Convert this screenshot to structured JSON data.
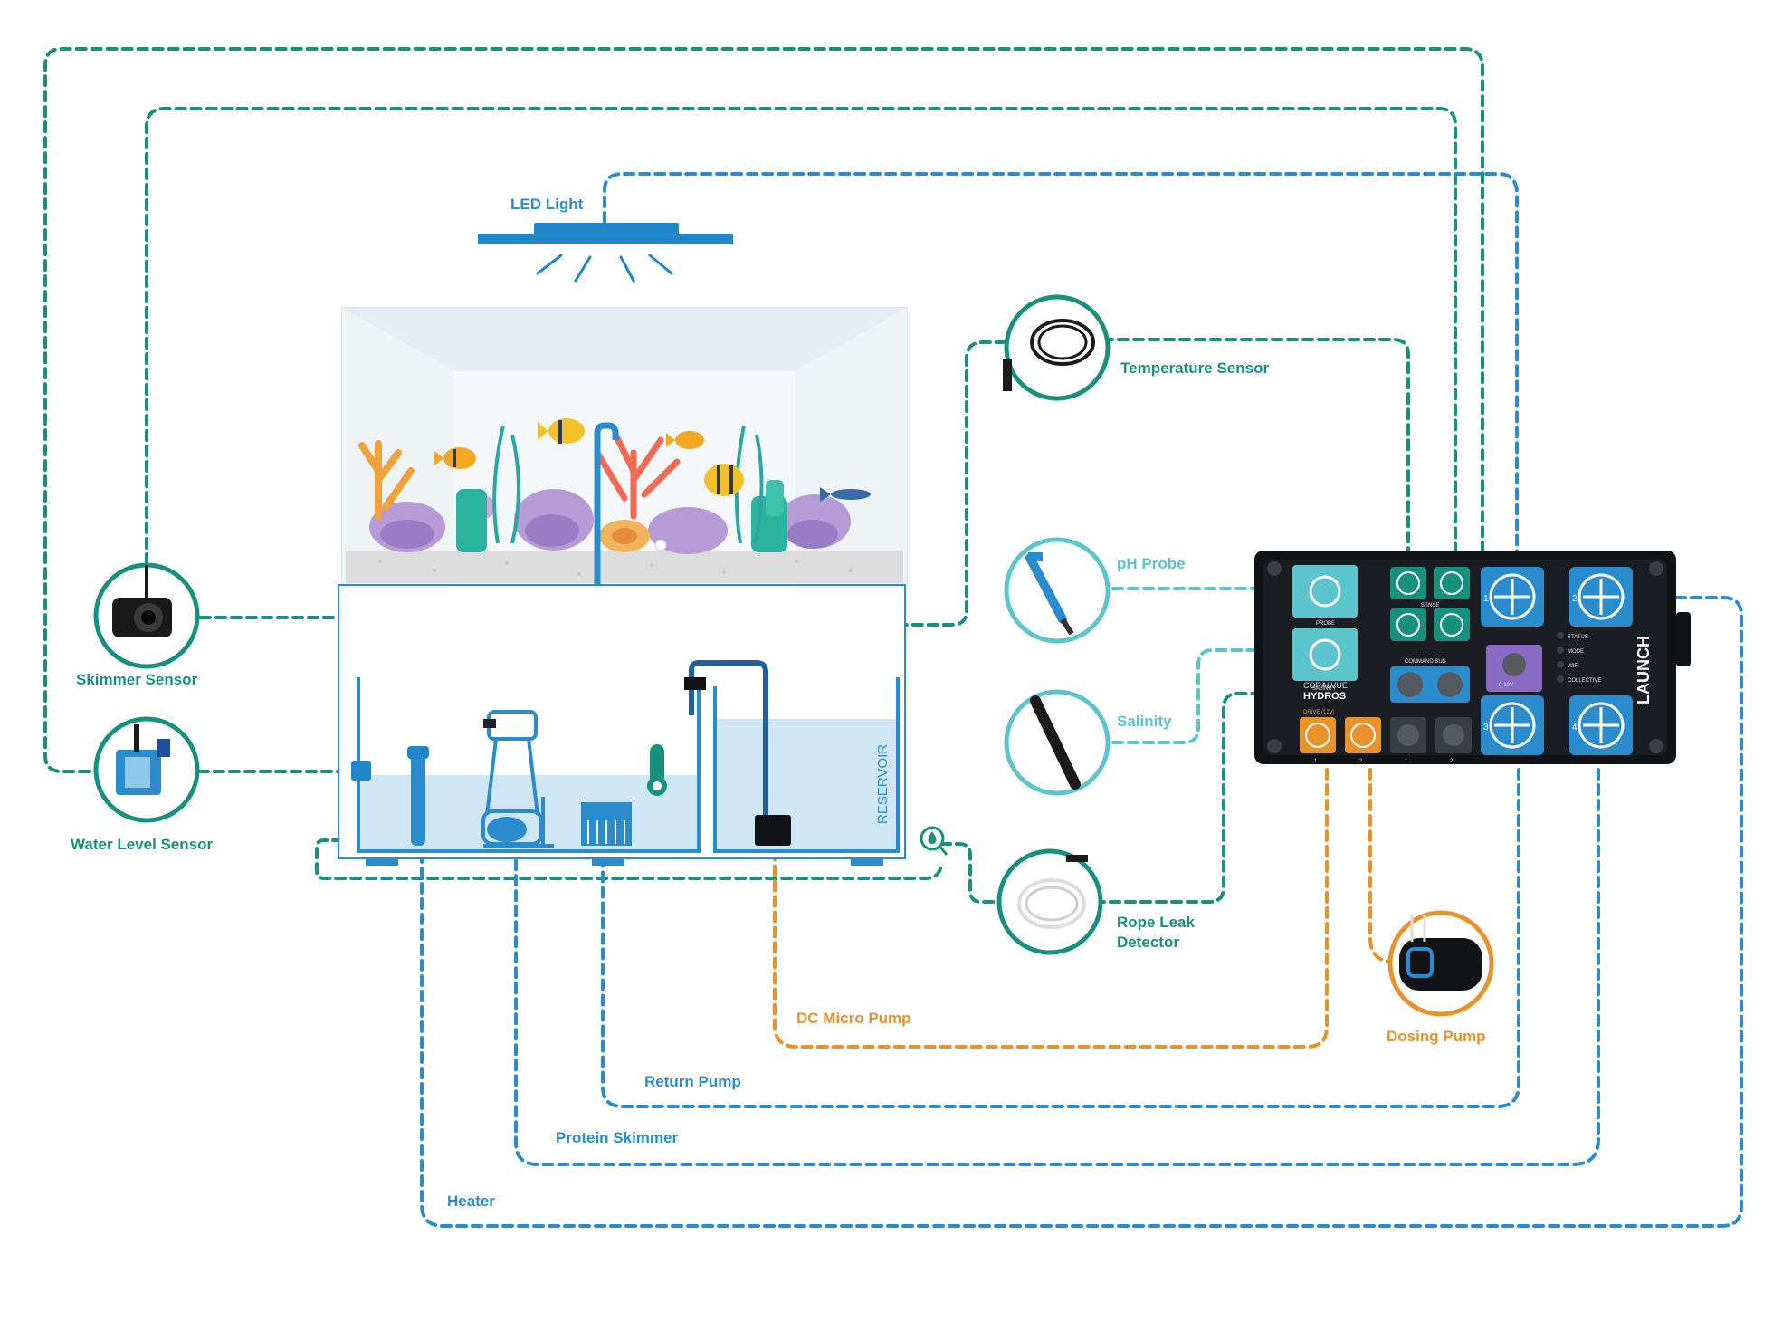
{
  "colors": {
    "teal": "#17907d",
    "blue": "#2a8ccd",
    "light_teal": "#5cc4cc",
    "orange": "#e8922a",
    "controller": "#111417",
    "water": "#cfe6f4"
  },
  "labels": {
    "led_light": "LED Light",
    "temperature_sensor": "Temperature Sensor",
    "ph_probe": "pH Probe",
    "salinity": "Salinity",
    "rope_leak_1": "Rope Leak",
    "rope_leak_2": "Detector",
    "skimmer_sensor": "Skimmer Sensor",
    "water_level_sensor": "Water Level Sensor",
    "reservoir": "RESERVOIR",
    "dc_micro_pump": "DC Micro Pump",
    "dosing_pump": "Dosing Pump",
    "return_pump": "Return Pump",
    "protein_skimmer": "Protein Skimmer",
    "heater": "Heater"
  },
  "controller": {
    "name": "LAUNCH",
    "brand": "HYDROS",
    "maker": "CORALVUE",
    "probe": "PROBE",
    "salinity": "SALINITY",
    "sense": "SENSE",
    "command_bus": "COMMAND BUS",
    "drive": "DRIVE (12V)",
    "analog": "0-10V",
    "status": [
      "STATUS",
      "MODE",
      "WIFI",
      "COLLECTIVE"
    ],
    "outlets": [
      "1",
      "2",
      "3",
      "4"
    ],
    "drive_ports": [
      "1",
      "2",
      "1",
      "2"
    ],
    "icons": [
      "outlet-icon",
      "probe-port-icon",
      "sense-port-icon",
      "drive-port-icon"
    ]
  }
}
